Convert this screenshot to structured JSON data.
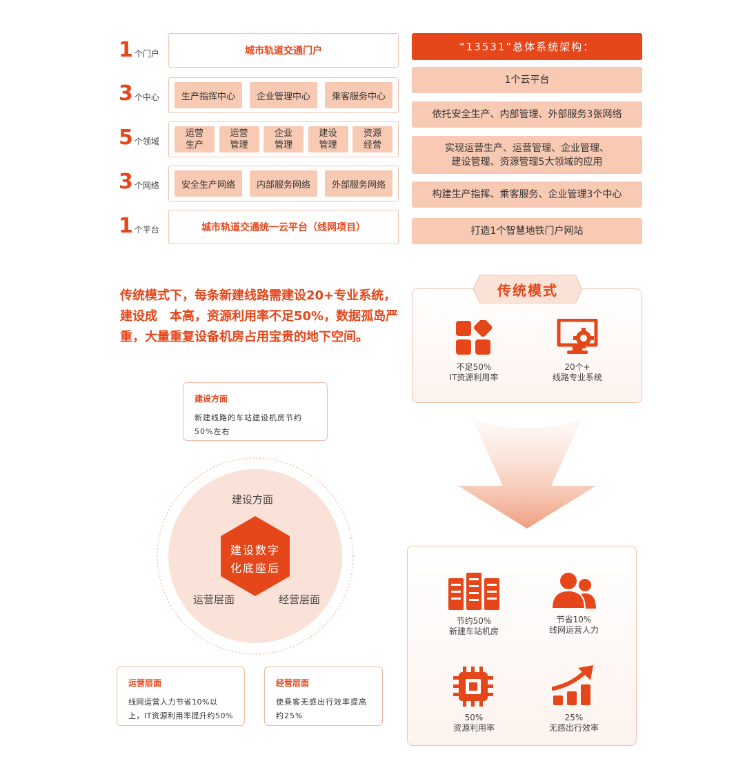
{
  "architecture_left": {
    "rows": [
      {
        "num": "1",
        "unit": "个门户",
        "items": [
          "城市轨道交通门户"
        ]
      },
      {
        "num": "3",
        "unit": "个中心",
        "items": [
          "生产指挥中心",
          "企业管理中心",
          "乘客服务中心"
        ]
      },
      {
        "num": "5",
        "unit": "个领域",
        "items": [
          "运营\n生产",
          "运营\n管理",
          "企业\n管理",
          "建设\n管理",
          "资源\n经营"
        ]
      },
      {
        "num": "3",
        "unit": "个网络",
        "items": [
          "安全生产网络",
          "内部服务网络",
          "外部服务网络"
        ]
      },
      {
        "num": "1",
        "unit": "个平台",
        "items": [
          "城市轨道交通统一云平台（线网项目）"
        ]
      }
    ]
  },
  "architecture_right": {
    "header": "“13531”总体系统架构：",
    "items": [
      "1个云平台",
      "依托安全生产、内部管理、外部服务3张网络",
      "实现运营生产、运营管理、企业管理、\n建设管理、资源管理5大领域的应用",
      "构建生产指挥、乘客服务、企业管理3个中心",
      "打造1个智慧地铁门户网站"
    ]
  },
  "traditional": {
    "description": "传统模式下，每条新建线路需建设20+专业系统，建设成　本高，资源利用率不足50%，数据孤岛严重，大量重复设备机房占用宝贵的地下空间。",
    "tab_title": "传统模式",
    "stats": [
      {
        "line1": "不足50%",
        "line2": "IT资源利用率",
        "icon": "grid-blocks-icon"
      },
      {
        "line1": "20个+",
        "line2": "线路专业系统",
        "icon": "monitor-gear-icon"
      }
    ]
  },
  "cards": {
    "construction": {
      "title": "建设方面",
      "body": "新建线路的车站建设机房节约50%左右"
    },
    "operation": {
      "title": "运营层面",
      "body": "线网运营人力节省10%以上，IT资源利用率提升约50%"
    },
    "business": {
      "title": "经营层面",
      "body": "使乘客无感出行效率提高约25%"
    }
  },
  "circle": {
    "top": "建设方面",
    "left": "运营层面",
    "right": "经营层面",
    "center_line1": "建设数字",
    "center_line2": "化底座后"
  },
  "results": [
    {
      "line1": "节约50%",
      "line2": "新建车站机房",
      "icon": "server-rack-icon"
    },
    {
      "line1": "节省10%",
      "line2": "线网运营人力",
      "icon": "users-icon"
    },
    {
      "line1": "50%",
      "line2": "资源利用率",
      "icon": "chip-icon"
    },
    {
      "line1": "25%",
      "line2": "无感出行效率",
      "icon": "growth-chart-icon"
    }
  ],
  "colors": {
    "accent": "#e5461a",
    "light": "#f8c9b3",
    "border": "#f2c3ad"
  }
}
